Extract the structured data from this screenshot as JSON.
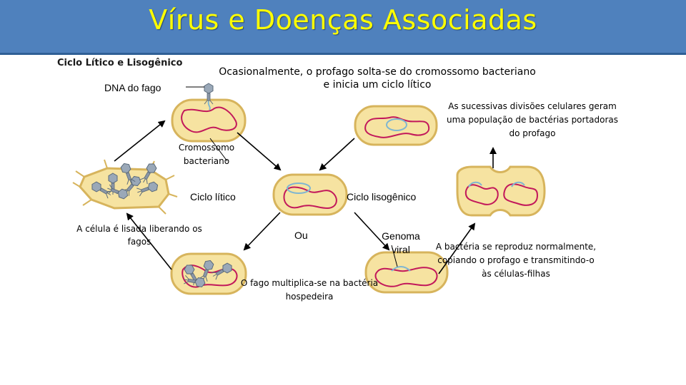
{
  "title": "Vírus e Doenças Associadas",
  "subtitle": "Ciclo Lítico e Lisogênico",
  "labels": {
    "dna_do_fago": "DNA do fago",
    "ocasionalmente": "Ocasionalmente, o profago solta-se do cromossomo bacteriano e inicia um ciclo lítico",
    "sucessivas": "As sucessivas divisões celulares geram uma população de bactérias portadoras do profago",
    "cromossomo": "Cromossomo bacteriano",
    "ciclo_litico": "Ciclo lítico",
    "ciclo_lisogenico": "Ciclo lisogênico",
    "celula_lisada": "A célula é lisada liberando os fagos",
    "ou": "Ou",
    "genoma_viral": "Genoma viral",
    "bacteria_reproduz": "A bactéria se reproduz normalmente, copiando o profago e transmitindo-o às células-filhas",
    "fago_multiplica": "O fago multiplica-se na bactéria hospedeira"
  },
  "colors": {
    "title_bar": "#4f81bd",
    "title_text": "#ffff00",
    "cell_fill": "#f6e3a1",
    "cell_wall": "#d7b45c",
    "bacterial_dna": "#c2185b",
    "viral_dna": "#7fb6d1",
    "phage": "#9aa8b8"
  },
  "icons": [
    "phage-icon",
    "bacterium-icon",
    "arrow-icon"
  ]
}
